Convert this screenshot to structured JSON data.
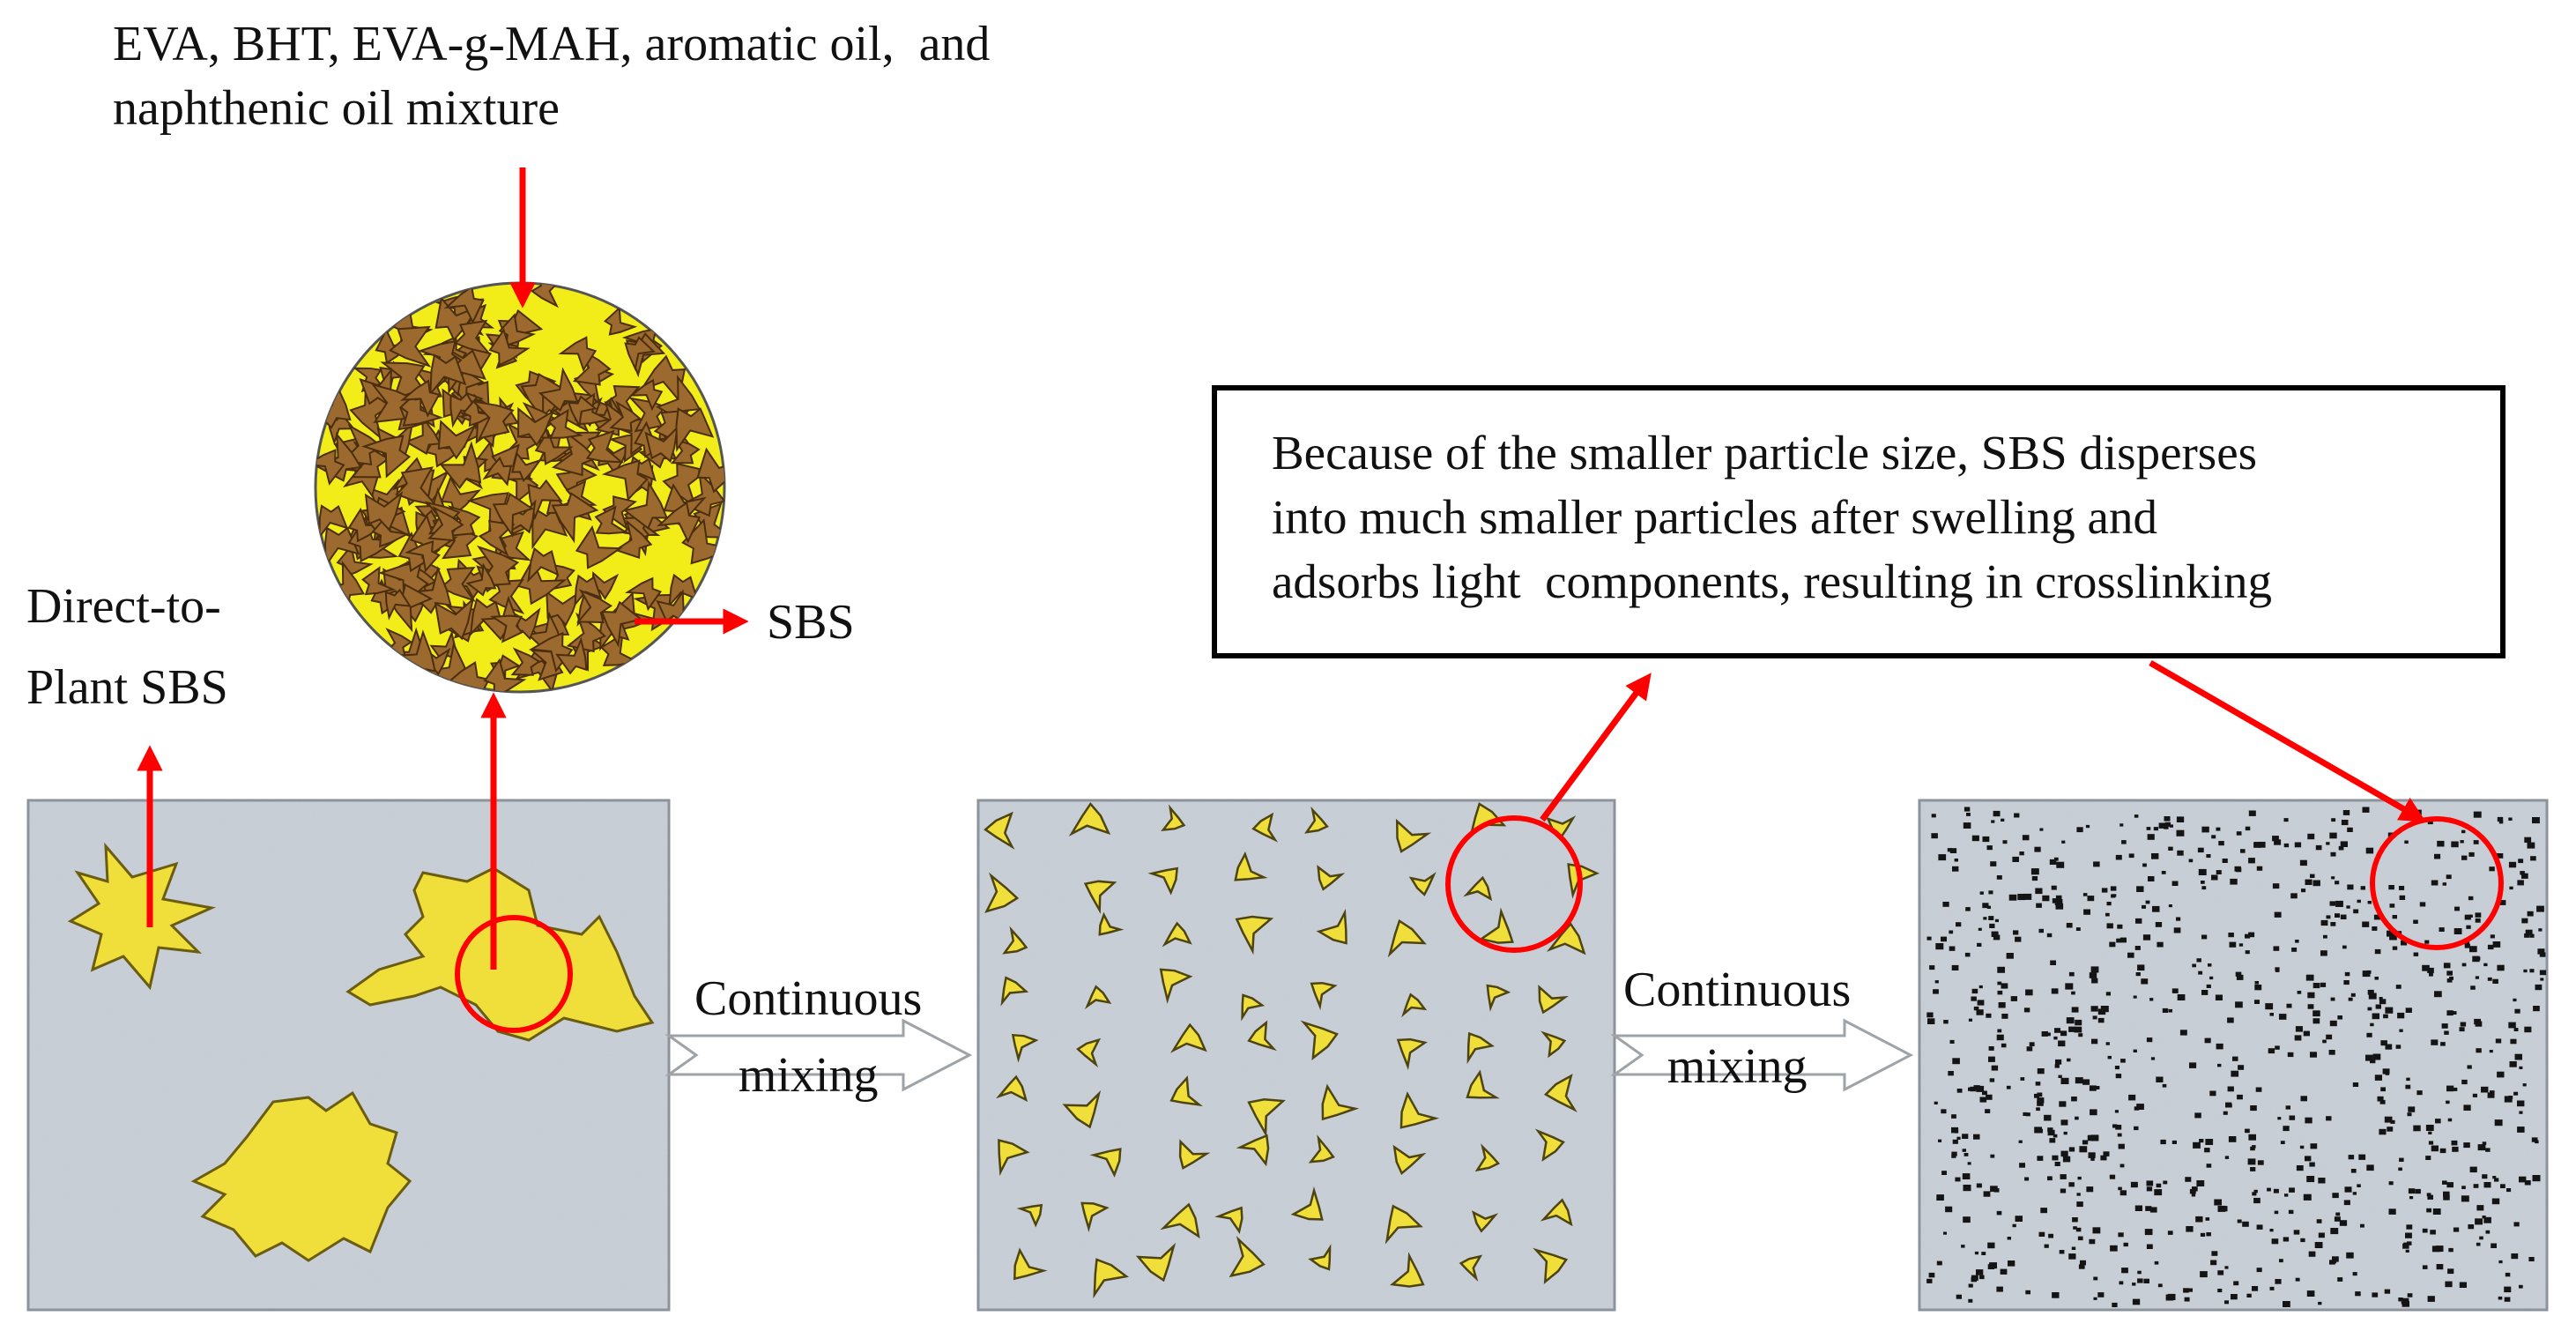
{
  "inputs_label": "EVA, BHT, EVA-g-MAH, aromatic oil,  and\nnaphthenic oil mixture",
  "direct_to_plant_label": "Direct-to-\nPlant SBS",
  "sbs_label": "SBS",
  "callout_text": "Because of the smaller particle size, SBS disperses\ninto much smaller particles after swelling and\nadsorbs light  components, resulting in crosslinking",
  "step_1_label": "Continuous\nmixing",
  "step_2_label": "Continuous\nmixing",
  "colors": {
    "asphalt_panel": "#c8ced6",
    "sbs_particle": "#f0df3a",
    "swollen_particle": "#9c6a2e",
    "circle_fill": "#f2ec18",
    "arrow_red": "#ff0000",
    "dot": "#141414"
  }
}
